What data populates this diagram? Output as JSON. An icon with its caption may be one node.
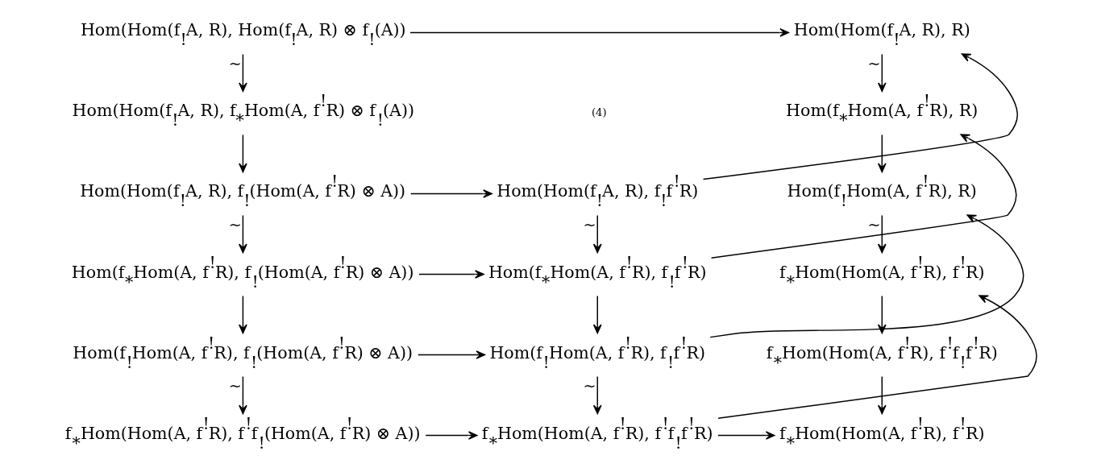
{
  "diagram": {
    "nodes": [
      {
        "text": [
          "Hom(Hom(f$_{!}$A, R), Hom(f$_{!}$A, R) ⊗ f$_{!}$(A))"
        ]
      },
      {
        "text": [
          "Hom(Hom(f$_{!}$A, R), R)"
        ]
      },
      {
        "text": [
          "Hom(Hom(f$_{!}$A, R), f$_{*}$Hom(A, f$^{!}$R) ⊗ f$_{!}$(A))"
        ]
      },
      {
        "text": [
          "Hom(f$_{*}$Hom(A, f$^{!}$R), R)"
        ]
      },
      {
        "text": [
          "Hom(Hom(f$_{!}$A, R), f$_{!}$(Hom(A, f$^{!}$R) ⊗ A))"
        ]
      },
      {
        "text": [
          "Hom(Hom(f$_{!}$A, R), f$_{!}$f$^{!}$R)"
        ]
      },
      {
        "text": [
          "Hom(f$_{!}$Hom(A, f$^{!}$R), R)"
        ]
      },
      {
        "text": [
          "Hom(f$_{*}$Hom(A, f$^{!}$R), f$_{!}$(Hom(A, f$^{!}$R) ⊗ A))"
        ]
      },
      {
        "text": [
          "Hom(f$_{*}$Hom(A, f$^{!}$R), f$_{!}$f$^{!}$R)"
        ]
      },
      {
        "text": [
          "f$_{*}$Hom(Hom(A, f$^{!}$R), f$^{!}$R)"
        ]
      },
      {
        "text": [
          "Hom(f$_{!}$Hom(A, f$^{!}$R), f$_{!}$(Hom(A, f$^{!}$R) ⊗ A))"
        ]
      },
      {
        "text": [
          "Hom(f$_{!}$Hom(A, f$^{!}$R), f$_{!}$f$^{!}$R)"
        ]
      },
      {
        "text": [
          "f$_{*}$Hom(Hom(A, f$^{!}$R), f$^{!}$f$_{!}$f$^{!}$R)"
        ]
      },
      {
        "text": [
          "f$_{*}$Hom(Hom(A, f$^{!}$R), f$^{!}$f$_{!}$(Hom(A, f$^{!}$R) ⊗ A))"
        ]
      },
      {
        "text": [
          "f$_{*}$Hom(Hom(A, f$^{!}$R), f$^{!}$f$_{!}$f$^{!}$R)"
        ]
      },
      {
        "text": [
          "f$_{*}$Hom(Hom(A, f$^{!}$R), f$^{!}$R)"
        ]
      }
    ],
    "edges": [
      {
        "from": 0,
        "to": 1,
        "arrow": "to"
      },
      {
        "from": 0,
        "to": 2,
        "arrow": "to",
        "label": "~"
      },
      {
        "from": 1,
        "to": 3,
        "arrow": "to",
        "label": "~"
      },
      {
        "from": 2,
        "to": 4,
        "arrow": "to"
      },
      {
        "from": 3,
        "to": 6,
        "arrow": "to"
      },
      {
        "from": 4,
        "to": 5,
        "arrow": "to"
      },
      {
        "from": 5,
        "to": 1,
        "arrow": "to"
      },
      {
        "from": 4,
        "to": 7,
        "arrow": "to",
        "label": "~"
      },
      {
        "from": 5,
        "to": 8,
        "arrow": "to",
        "label": "~"
      },
      {
        "from": 6,
        "to": 9,
        "arrow": "to",
        "label": "~"
      },
      {
        "from": 8,
        "to": 3,
        "arrow": "to"
      },
      {
        "from": 7,
        "to": 8,
        "arrow": "to"
      },
      {
        "from": 7,
        "to": 10,
        "arrow": "to"
      },
      {
        "from": 8,
        "to": 11,
        "arrow": "to"
      },
      {
        "from": 9,
        "to": 12,
        "arrow": "to"
      },
      {
        "from": 11,
        "to": 6,
        "arrow": "to"
      },
      {
        "from": 10,
        "to": 11,
        "arrow": "to"
      },
      {
        "from": 10,
        "to": 13,
        "arrow": "to",
        "label": "~"
      },
      {
        "from": 11,
        "to": 14,
        "arrow": "to",
        "label": "~"
      },
      {
        "from": 12,
        "to": 15,
        "arrow": "to"
      },
      {
        "from": 14,
        "to": 9,
        "arrow": "to"
      },
      {
        "from": 13,
        "to": 14,
        "arrow": "to"
      },
      {
        "from": 14,
        "to": 15,
        "arrow": "to"
      }
    ],
    "labels": [
      "(4)"
    ]
  }
}
